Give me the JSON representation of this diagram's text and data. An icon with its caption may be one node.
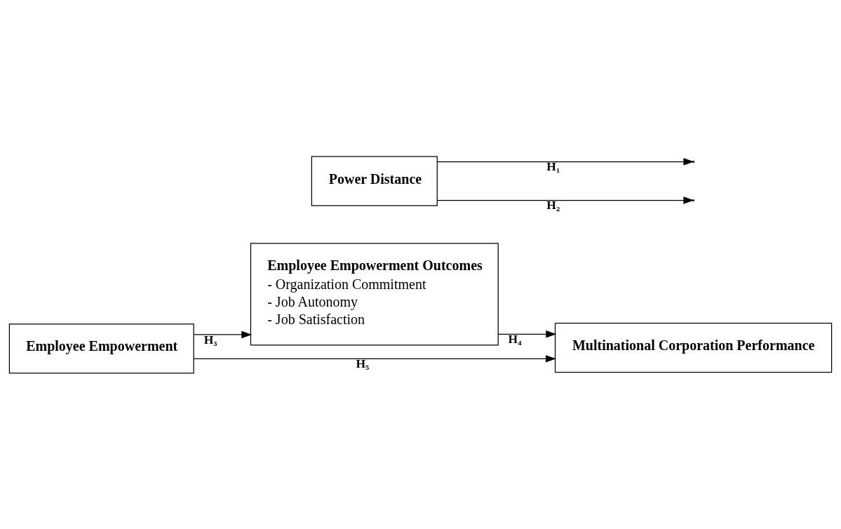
{
  "diagram": {
    "nodes": [
      {
        "text": [
          "Employee Empowerment"
        ]
      },
      {
        "text": [
          "Power Distance"
        ]
      },
      {
        "text": [
          "Employee Empowerment Outcomes",
          "- Organization Commitment",
          "- Job Autonomy",
          "- Job Satisfaction"
        ]
      },
      {
        "text": [
          "Multinational Corporation Performance"
        ]
      }
    ],
    "edges": [
      {
        "from": 0,
        "to": 3,
        "arrow": "to",
        "label": "H₅"
      },
      {
        "from": 1,
        "to": null,
        "arrow": "to",
        "label": "H₁"
      },
      {
        "from": 1,
        "to": null,
        "arrow": "to",
        "label": "H₂"
      },
      {
        "from": 0,
        "to": 2,
        "arrow": "to",
        "label": "H₃"
      },
      {
        "from": 2,
        "to": 3,
        "arrow": "to",
        "label": "H₄"
      }
    ]
  }
}
